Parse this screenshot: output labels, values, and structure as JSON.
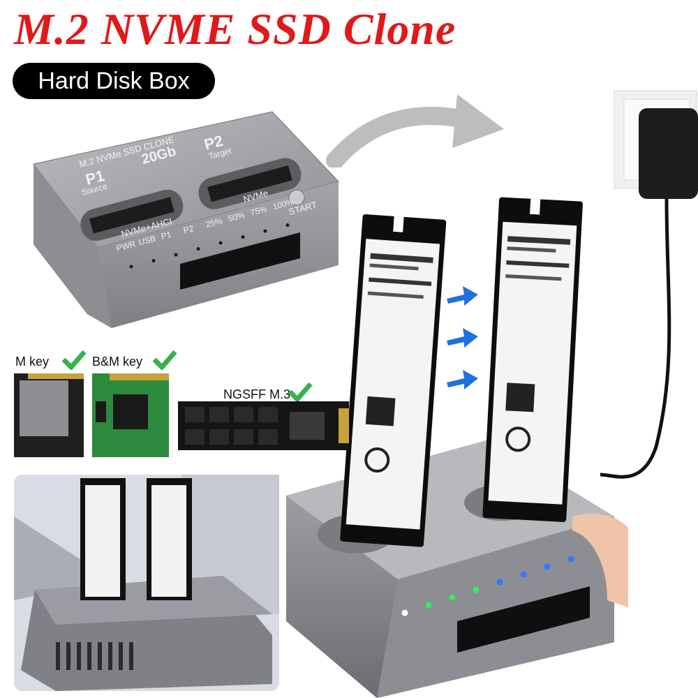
{
  "header": {
    "title": "M.2 NVME SSD Clone",
    "subtitle_pill": "Hard Disk Box"
  },
  "device_top": {
    "brand_line": "M.2 NVMe SSD CLONE",
    "speed": "20Gb",
    "slot1_name": "P1",
    "slot1_role": "Source",
    "slot2_name": "P2",
    "slot2_role": "Target",
    "slot1_protocol": "NVMe+AHCI",
    "slot2_protocol": "NVMe",
    "start_label": "START",
    "indicator_labels": [
      "PWR",
      "USB",
      "P1",
      "P2",
      "25%",
      "50%",
      "75%",
      "100%"
    ]
  },
  "compatibility": {
    "items": [
      {
        "label": "M key",
        "icon": "check-icon"
      },
      {
        "label": "B&M key",
        "icon": "check-icon"
      },
      {
        "label": "NGSFF M.3",
        "icon": "check-icon"
      }
    ],
    "check_color": "#37b24d"
  },
  "colors": {
    "title_red": "#e01919",
    "device_gray": "#9a9ca0",
    "arrow_blue": "#1f6fe0",
    "led_green": "#2ef05a",
    "led_blue": "#2f7bff"
  }
}
